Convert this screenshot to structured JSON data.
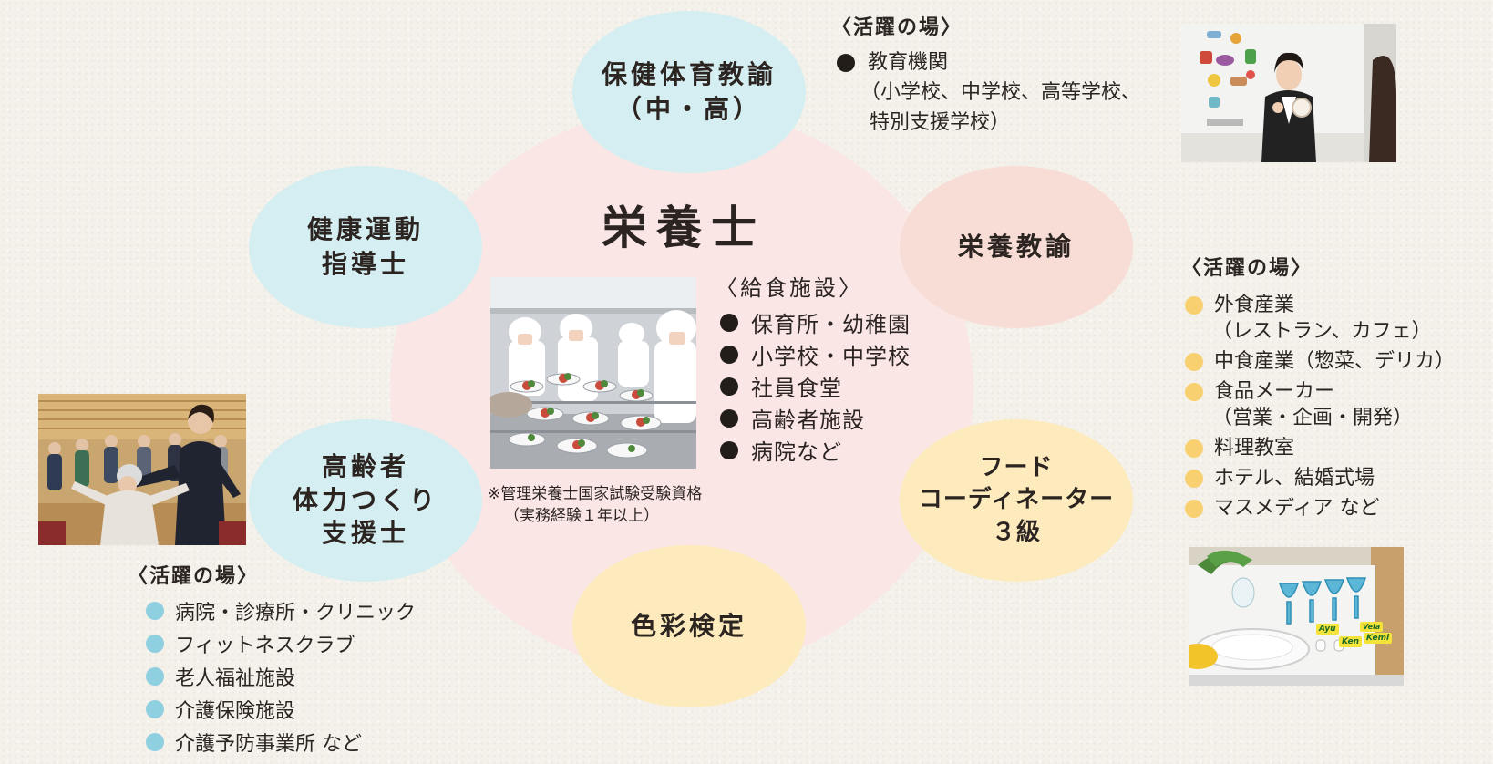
{
  "center": {
    "title": "栄養士",
    "facility_heading": "〈給食施設〉",
    "facilities": [
      "保育所・幼稚園",
      "小学校・中学校",
      "社員食堂",
      "高齢者施設",
      "病院など"
    ],
    "note_line1": "※管理栄養士国家試験受験資格",
    "note_line2": "（実務経験１年以上）"
  },
  "nodes": {
    "pe_teacher": {
      "line1": "保健体育教諭",
      "line2": "（中・高）"
    },
    "nutrition_teacher": {
      "line1": "栄養教諭"
    },
    "health_exercise": {
      "line1": "健康運動",
      "line2": "指導士"
    },
    "elderly_fitness": {
      "line1": "高齢者",
      "line2": "体力つくり",
      "line3": "支援士"
    },
    "food_coordinator": {
      "line1": "フード",
      "line2": "コーディネーター",
      "line3": "３級"
    },
    "color_test": {
      "line1": "色彩検定"
    }
  },
  "top_right": {
    "heading": "〈活躍の場〉",
    "item_line1": "教育機関",
    "item_line2": "（小学校、中学校、高等学校、",
    "item_line3": "特別支援学校）"
  },
  "right": {
    "heading": "〈活躍の場〉",
    "items": [
      {
        "line1": "外食産業",
        "line2": "（レストラン、カフェ）"
      },
      {
        "line1": "中食産業（惣菜、デリカ）",
        "line2": ""
      },
      {
        "line1": "食品メーカー",
        "line2": "（営業・企画・開発）"
      },
      {
        "line1": "料理教室",
        "line2": ""
      },
      {
        "line1": "ホテル、結婚式場",
        "line2": ""
      },
      {
        "line1": "マスメディア など",
        "line2": ""
      }
    ]
  },
  "left": {
    "heading": "〈活躍の場〉",
    "items": [
      "病院・診療所・クリニック",
      "フィットネスクラブ",
      "老人福祉施設",
      "介護保険施設",
      "介護予防事業所 など"
    ]
  },
  "place_cards": [
    "Ayu",
    "Ken",
    "Kemi",
    "Vela"
  ],
  "colors": {
    "big_circle": "#fbe6e4",
    "blue_oval": "#d5eef2",
    "pink_oval": "#f8ddd6",
    "yellow_oval": "#fdebbd",
    "blue_dot": "#8ecfe0",
    "yellow_dot": "#f8d070",
    "black_dot": "#231d1a"
  }
}
